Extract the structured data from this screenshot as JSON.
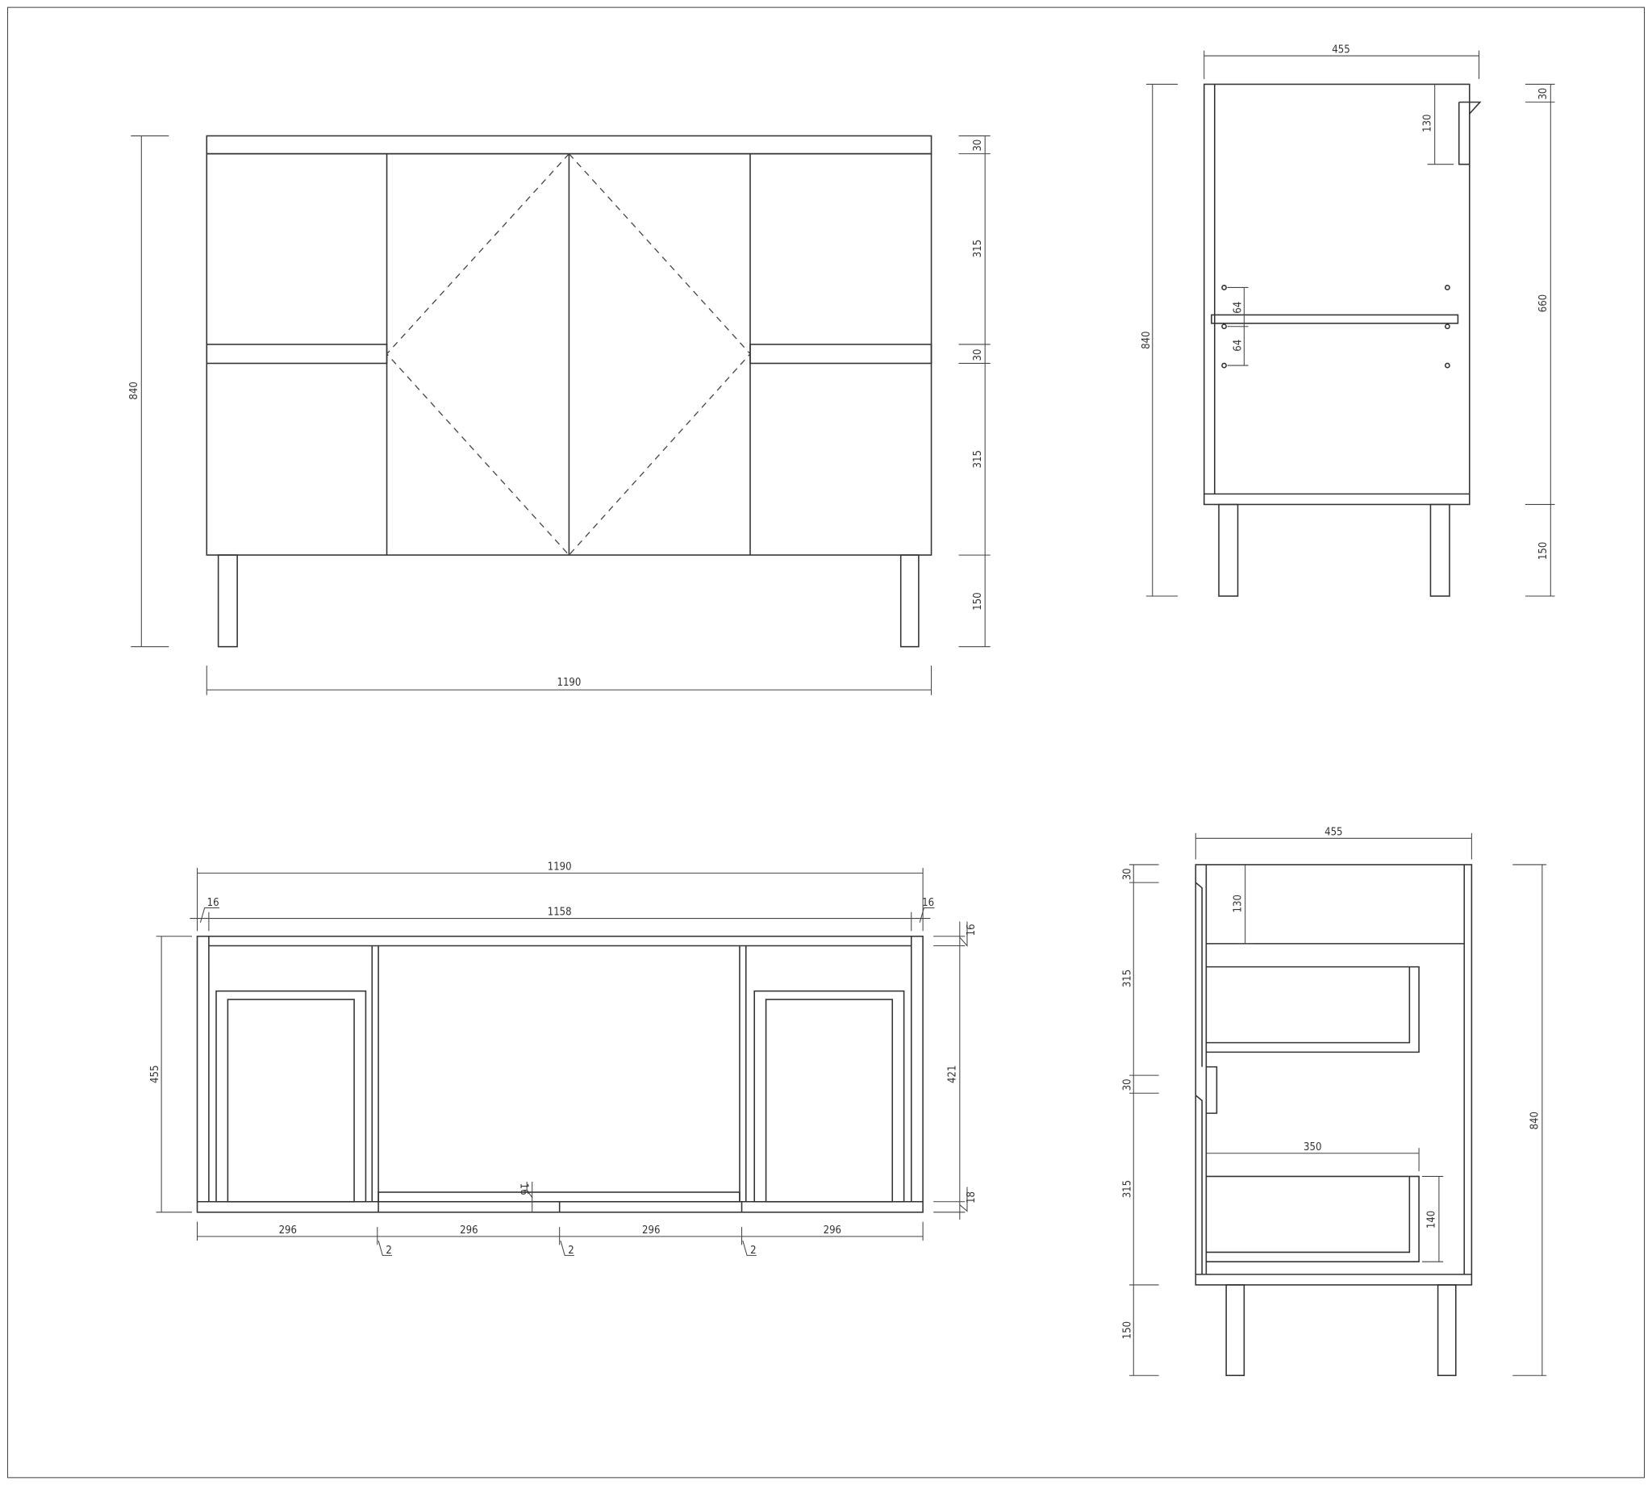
{
  "front_view": {
    "height_total": "840",
    "top": "30",
    "upper": "315",
    "rail": "30",
    "lower": "315",
    "legs": "150",
    "width": "1190"
  },
  "side_view": {
    "depth": "455",
    "height_total": "840",
    "top": "30",
    "body": "660",
    "legs": "150",
    "front_rail": "130",
    "hole_upper": "64",
    "hole_lower": "64"
  },
  "plan_view": {
    "width": "1190",
    "inner_width": "1158",
    "side_left": "16",
    "side_right": "16",
    "depth": "455",
    "inner_depth": "421",
    "back": "16",
    "front": "18",
    "divider": "16",
    "bays": [
      "296",
      "296",
      "296",
      "296"
    ],
    "gaps": [
      "2",
      "2",
      "2"
    ]
  },
  "section_view": {
    "depth": "455",
    "height_total": "840",
    "top": "30",
    "upper": "315",
    "rail": "30",
    "lower": "315",
    "legs": "150",
    "front_rail": "130",
    "drawer_depth": "350",
    "drawer_height": "140"
  }
}
